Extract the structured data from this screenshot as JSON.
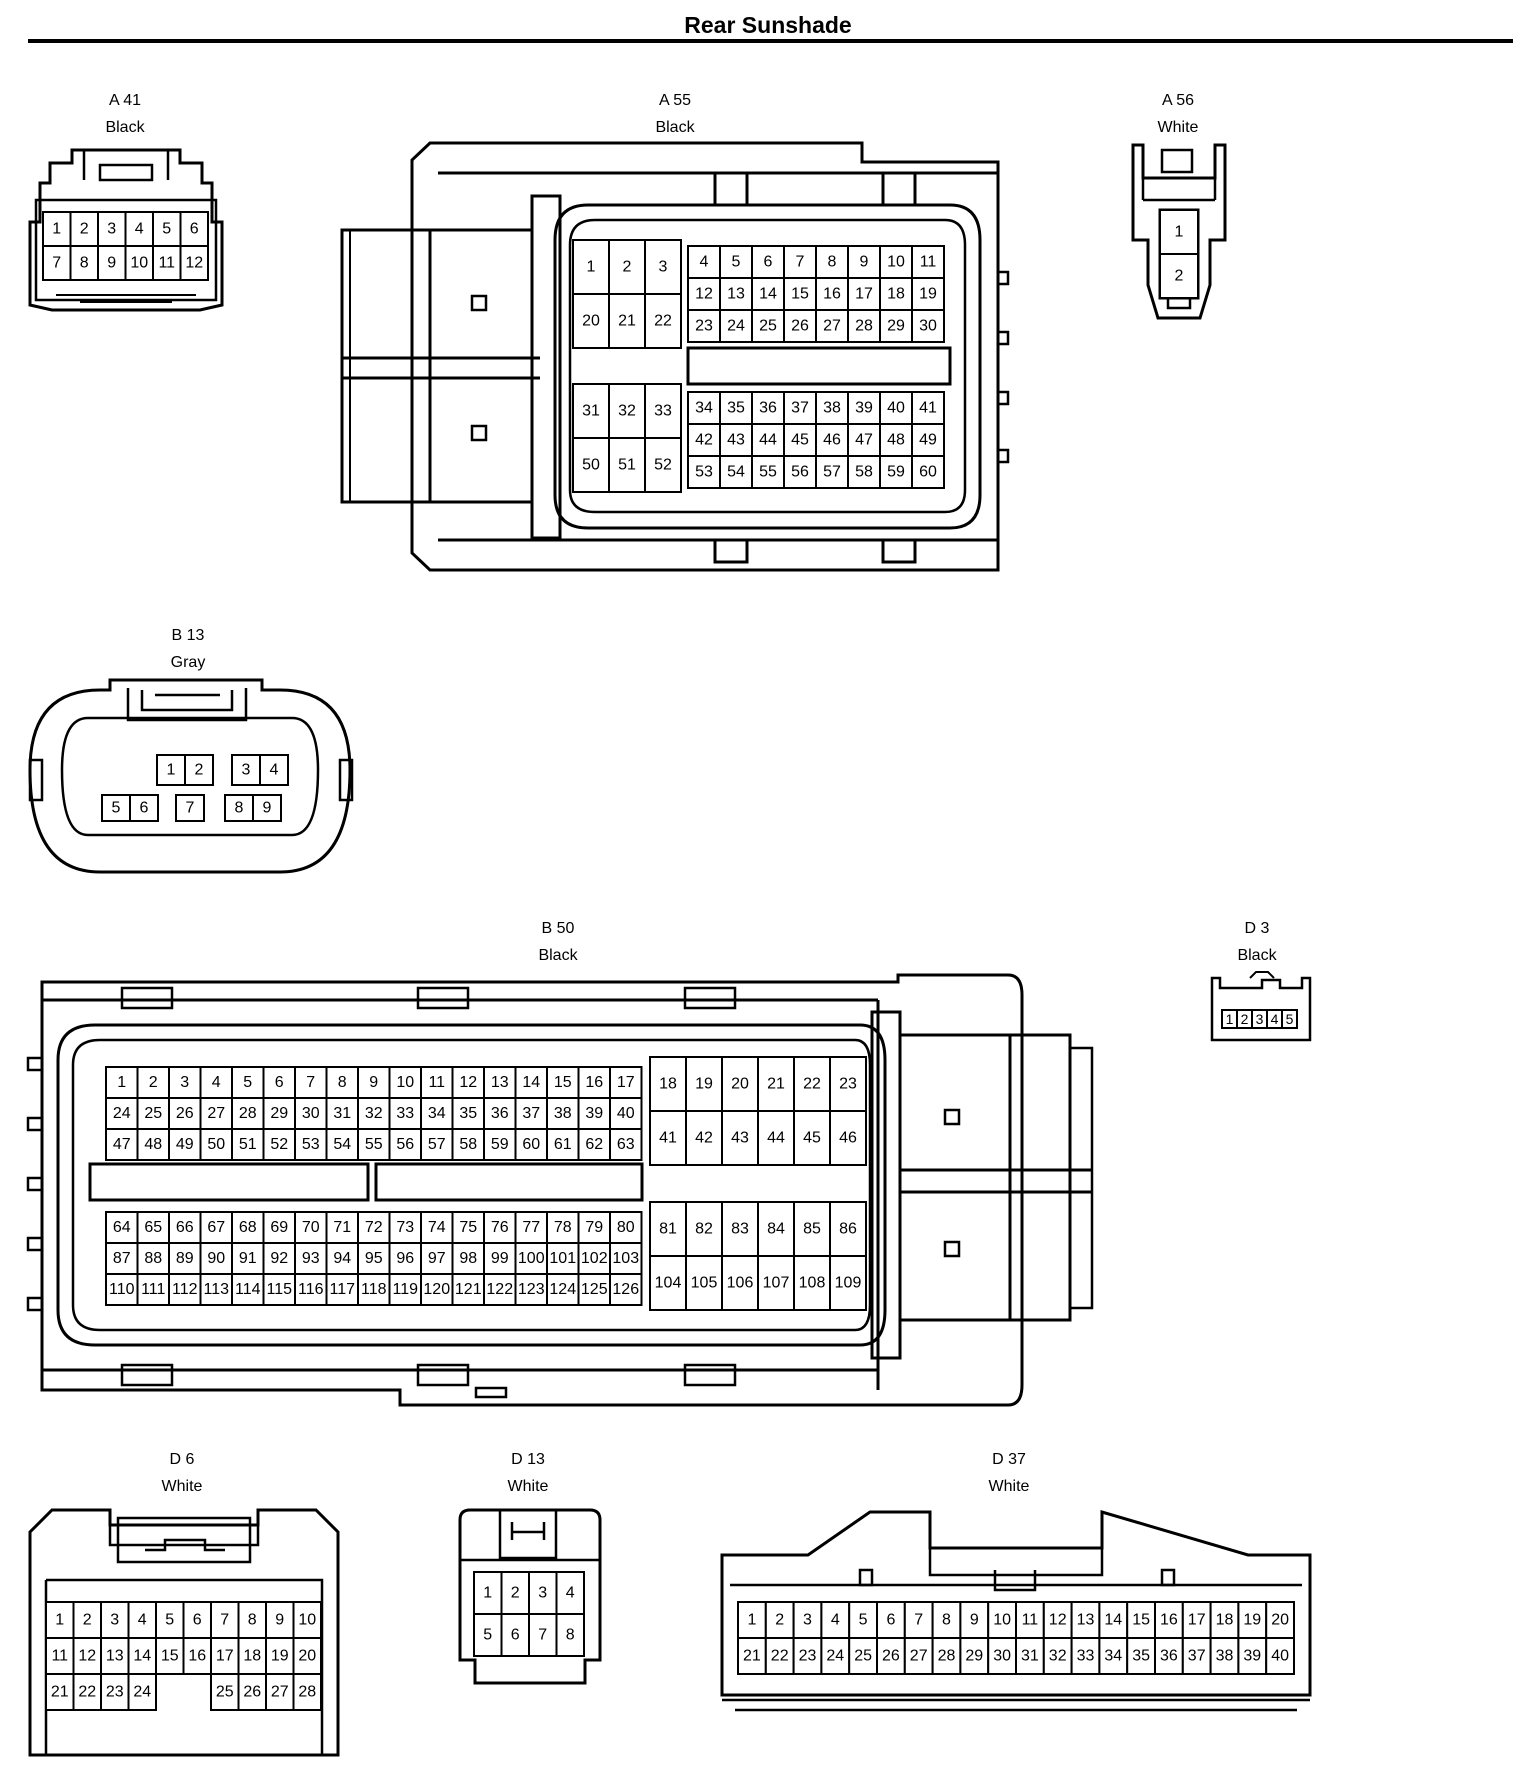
{
  "page": {
    "title": "Rear Sunshade"
  },
  "connectors": {
    "a41": {
      "id": "A 41",
      "color": "Black"
    },
    "a55": {
      "id": "A 55",
      "color": "Black"
    },
    "a56": {
      "id": "A 56",
      "color": "White"
    },
    "b13": {
      "id": "B 13",
      "color": "Gray"
    },
    "b50": {
      "id": "B 50",
      "color": "Black"
    },
    "d3": {
      "id": "D 3",
      "color": "Black"
    },
    "d6": {
      "id": "D 6",
      "color": "White"
    },
    "d13": {
      "id": "D 13",
      "color": "White"
    },
    "d37": {
      "id": "D 37",
      "color": "White"
    }
  },
  "pins": {
    "a41": [
      [
        "1",
        "2",
        "3",
        "4",
        "5",
        "6"
      ],
      [
        "7",
        "8",
        "9",
        "10",
        "11",
        "12"
      ]
    ],
    "a55_left_top": [
      [
        "1",
        "2",
        "3"
      ],
      [
        "20",
        "21",
        "22"
      ]
    ],
    "a55_right_top": [
      [
        "4",
        "5",
        "6",
        "7",
        "8",
        "9",
        "10",
        "11"
      ],
      [
        "12",
        "13",
        "14",
        "15",
        "16",
        "17",
        "18",
        "19"
      ],
      [
        "23",
        "24",
        "25",
        "26",
        "27",
        "28",
        "29",
        "30"
      ]
    ],
    "a55_left_bottom": [
      [
        "31",
        "32",
        "33"
      ],
      [
        "50",
        "51",
        "52"
      ]
    ],
    "a55_right_bottom": [
      [
        "34",
        "35",
        "36",
        "37",
        "38",
        "39",
        "40",
        "41"
      ],
      [
        "42",
        "43",
        "44",
        "45",
        "46",
        "47",
        "48",
        "49"
      ],
      [
        "53",
        "54",
        "55",
        "56",
        "57",
        "58",
        "59",
        "60"
      ]
    ],
    "a56": [
      [
        "1"
      ],
      [
        "2"
      ]
    ],
    "b13": [
      "1",
      "2",
      "3",
      "4",
      "5",
      "6",
      "7",
      "8",
      "9"
    ],
    "b50_top_left": [
      [
        "1",
        "2",
        "3",
        "4",
        "5",
        "6",
        "7",
        "8",
        "9",
        "10",
        "11",
        "12",
        "13",
        "14",
        "15",
        "16",
        "17"
      ],
      [
        "24",
        "25",
        "26",
        "27",
        "28",
        "29",
        "30",
        "31",
        "32",
        "33",
        "34",
        "35",
        "36",
        "37",
        "38",
        "39",
        "40"
      ],
      [
        "47",
        "48",
        "49",
        "50",
        "51",
        "52",
        "53",
        "54",
        "55",
        "56",
        "57",
        "58",
        "59",
        "60",
        "61",
        "62",
        "63"
      ]
    ],
    "b50_top_right": [
      [
        "18",
        "19",
        "20",
        "21",
        "22",
        "23"
      ],
      [
        "41",
        "42",
        "43",
        "44",
        "45",
        "46"
      ]
    ],
    "b50_bottom_left": [
      [
        "64",
        "65",
        "66",
        "67",
        "68",
        "69",
        "70",
        "71",
        "72",
        "73",
        "74",
        "75",
        "76",
        "77",
        "78",
        "79",
        "80"
      ],
      [
        "87",
        "88",
        "89",
        "90",
        "91",
        "92",
        "93",
        "94",
        "95",
        "96",
        "97",
        "98",
        "99",
        "100",
        "101",
        "102",
        "103"
      ],
      [
        "110",
        "111",
        "112",
        "113",
        "114",
        "115",
        "116",
        "117",
        "118",
        "119",
        "120",
        "121",
        "122",
        "123",
        "124",
        "125",
        "126"
      ]
    ],
    "b50_bottom_right": [
      [
        "81",
        "82",
        "83",
        "84",
        "85",
        "86"
      ],
      [
        "104",
        "105",
        "106",
        "107",
        "108",
        "109"
      ]
    ],
    "d3": [
      [
        "1",
        "2",
        "3",
        "4",
        "5"
      ]
    ],
    "d6": [
      [
        "1",
        "2",
        "3",
        "4",
        "5",
        "6",
        "7",
        "8",
        "9",
        "10"
      ],
      [
        "11",
        "12",
        "13",
        "14",
        "15",
        "16",
        "17",
        "18",
        "19",
        "20"
      ],
      [
        "21",
        "22",
        "23",
        "24",
        "",
        "",
        "25",
        "26",
        "27",
        "28"
      ]
    ],
    "d13": [
      [
        "1",
        "2",
        "3",
        "4"
      ],
      [
        "5",
        "6",
        "7",
        "8"
      ]
    ],
    "d37": [
      [
        "1",
        "2",
        "3",
        "4",
        "5",
        "6",
        "7",
        "8",
        "9",
        "10",
        "11",
        "12",
        "13",
        "14",
        "15",
        "16",
        "17",
        "18",
        "19",
        "20"
      ],
      [
        "21",
        "22",
        "23",
        "24",
        "25",
        "26",
        "27",
        "28",
        "29",
        "30",
        "31",
        "32",
        "33",
        "34",
        "35",
        "36",
        "37",
        "38",
        "39",
        "40"
      ]
    ]
  }
}
